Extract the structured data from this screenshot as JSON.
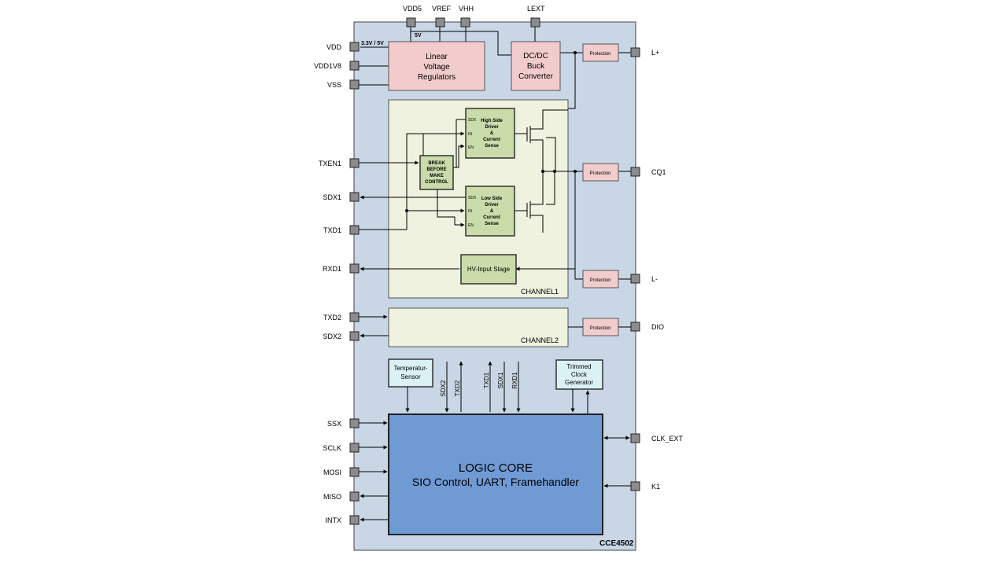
{
  "chip": {
    "name": "CCE4502",
    "colors": {
      "chip_fill": "#c8d6e6",
      "channel_fill": "#eef2de",
      "driver_fill": "#c9dcaa",
      "pink_fill": "#f2cccc",
      "core_fill": "#6f9ad4",
      "cyan_fill": "#dbf2f4",
      "pin_fill": "#8c8c8c"
    }
  },
  "top_pins": {
    "vdd5": "VDD5",
    "vref": "VREF",
    "vhh": "VHH",
    "lext": "LEXT",
    "five_v": "5V",
    "supply_note": "3.3V / 5V"
  },
  "left_pins": {
    "vdd": "VDD",
    "vdd1v8": "VDD1V8",
    "vss": "VSS",
    "txen1": "TXEN1",
    "sdx1": "SDX1",
    "txd1": "TXD1",
    "rxd1": "RXD1",
    "txd2": "TXD2",
    "sdx2": "SDX2",
    "ssx": "SSX",
    "sclk": "SCLK",
    "mosi": "MOSI",
    "miso": "MISO",
    "intx": "INTX"
  },
  "right_pins": {
    "lplus": "L+",
    "cq1": "CQ1",
    "lminus": "L-",
    "dio": "DIO",
    "clk_ext": "CLK_EXT",
    "k1": "K1"
  },
  "blocks": {
    "regulators": [
      "Linear",
      "Voltage",
      "Regulators"
    ],
    "buck": [
      "DC/DC",
      "Buck",
      "Converter"
    ],
    "protection": "Protection",
    "channel1": "CHANNEL1",
    "channel2": "CHANNEL2",
    "high_side": [
      "High Side",
      "Driver",
      "&",
      "Current",
      "Sense"
    ],
    "low_side": [
      "Low Side",
      "Driver",
      "&",
      "Current",
      "Sense"
    ],
    "bbm": [
      "BREAK",
      "BEFORE",
      "MAKE",
      "CONTROL"
    ],
    "hv_input": "HV-Input Stage",
    "temp": [
      "Temperatur-",
      "Sensor"
    ],
    "clock": [
      "Trimmed",
      "Clock",
      "Generator"
    ],
    "core": [
      "LOGIC CORE",
      "SIO Control, UART, Framehandler"
    ]
  },
  "driver_ports": {
    "sdx": "SDX",
    "in": "IN",
    "en": "EN"
  },
  "bus_labels": {
    "sdx2": "SDX2",
    "txd2": "TXD2",
    "txd1": "TXD1",
    "sdx1": "SDX1",
    "rxd1": "RXD1"
  }
}
